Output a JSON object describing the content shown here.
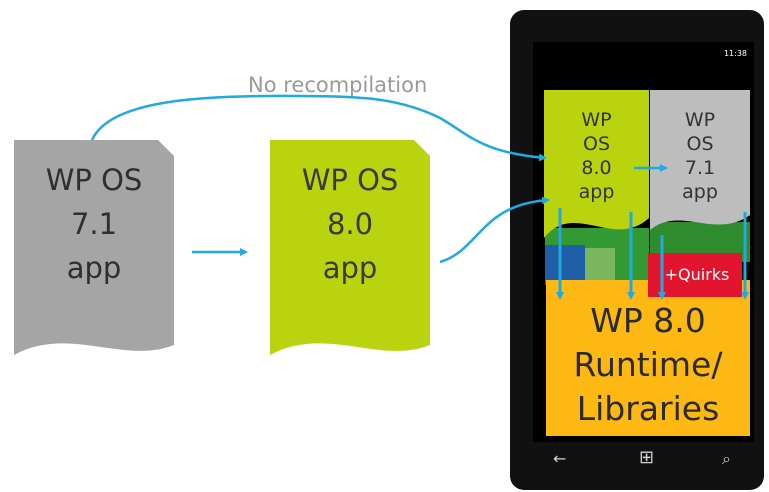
{
  "caption": "No recompilation",
  "doc_71": {
    "lines": [
      "WP OS",
      "7.1",
      "app"
    ]
  },
  "doc_80": {
    "lines": [
      "WP OS",
      "8.0",
      "app"
    ]
  },
  "phone": {
    "status": "11:38",
    "card_80": {
      "lines": [
        "WP",
        "OS",
        "8.0",
        "app"
      ]
    },
    "card_71": {
      "lines": [
        "WP",
        "OS",
        "7.1",
        "app"
      ]
    },
    "quirks": "+Quirks",
    "runtime": {
      "lines": [
        "WP 8.0",
        "Runtime/",
        "Libraries"
      ]
    },
    "nav": {
      "back": "←",
      "start": "⊞",
      "search": "⌕"
    }
  },
  "colors": {
    "gray_doc": "#a5a5a5",
    "green_doc": "#b9d40f",
    "arrow_blue": "#21a9e1",
    "runtime_orange": "#fdb813",
    "quirks_red": "#e3152e",
    "card_gray": "#bdbdbd",
    "tile_green": "#339933"
  },
  "icons": [
    "arrow-right-icon",
    "curved-arrow-icon",
    "down-arrow-icon",
    "back-icon",
    "windows-icon",
    "search-icon"
  ]
}
